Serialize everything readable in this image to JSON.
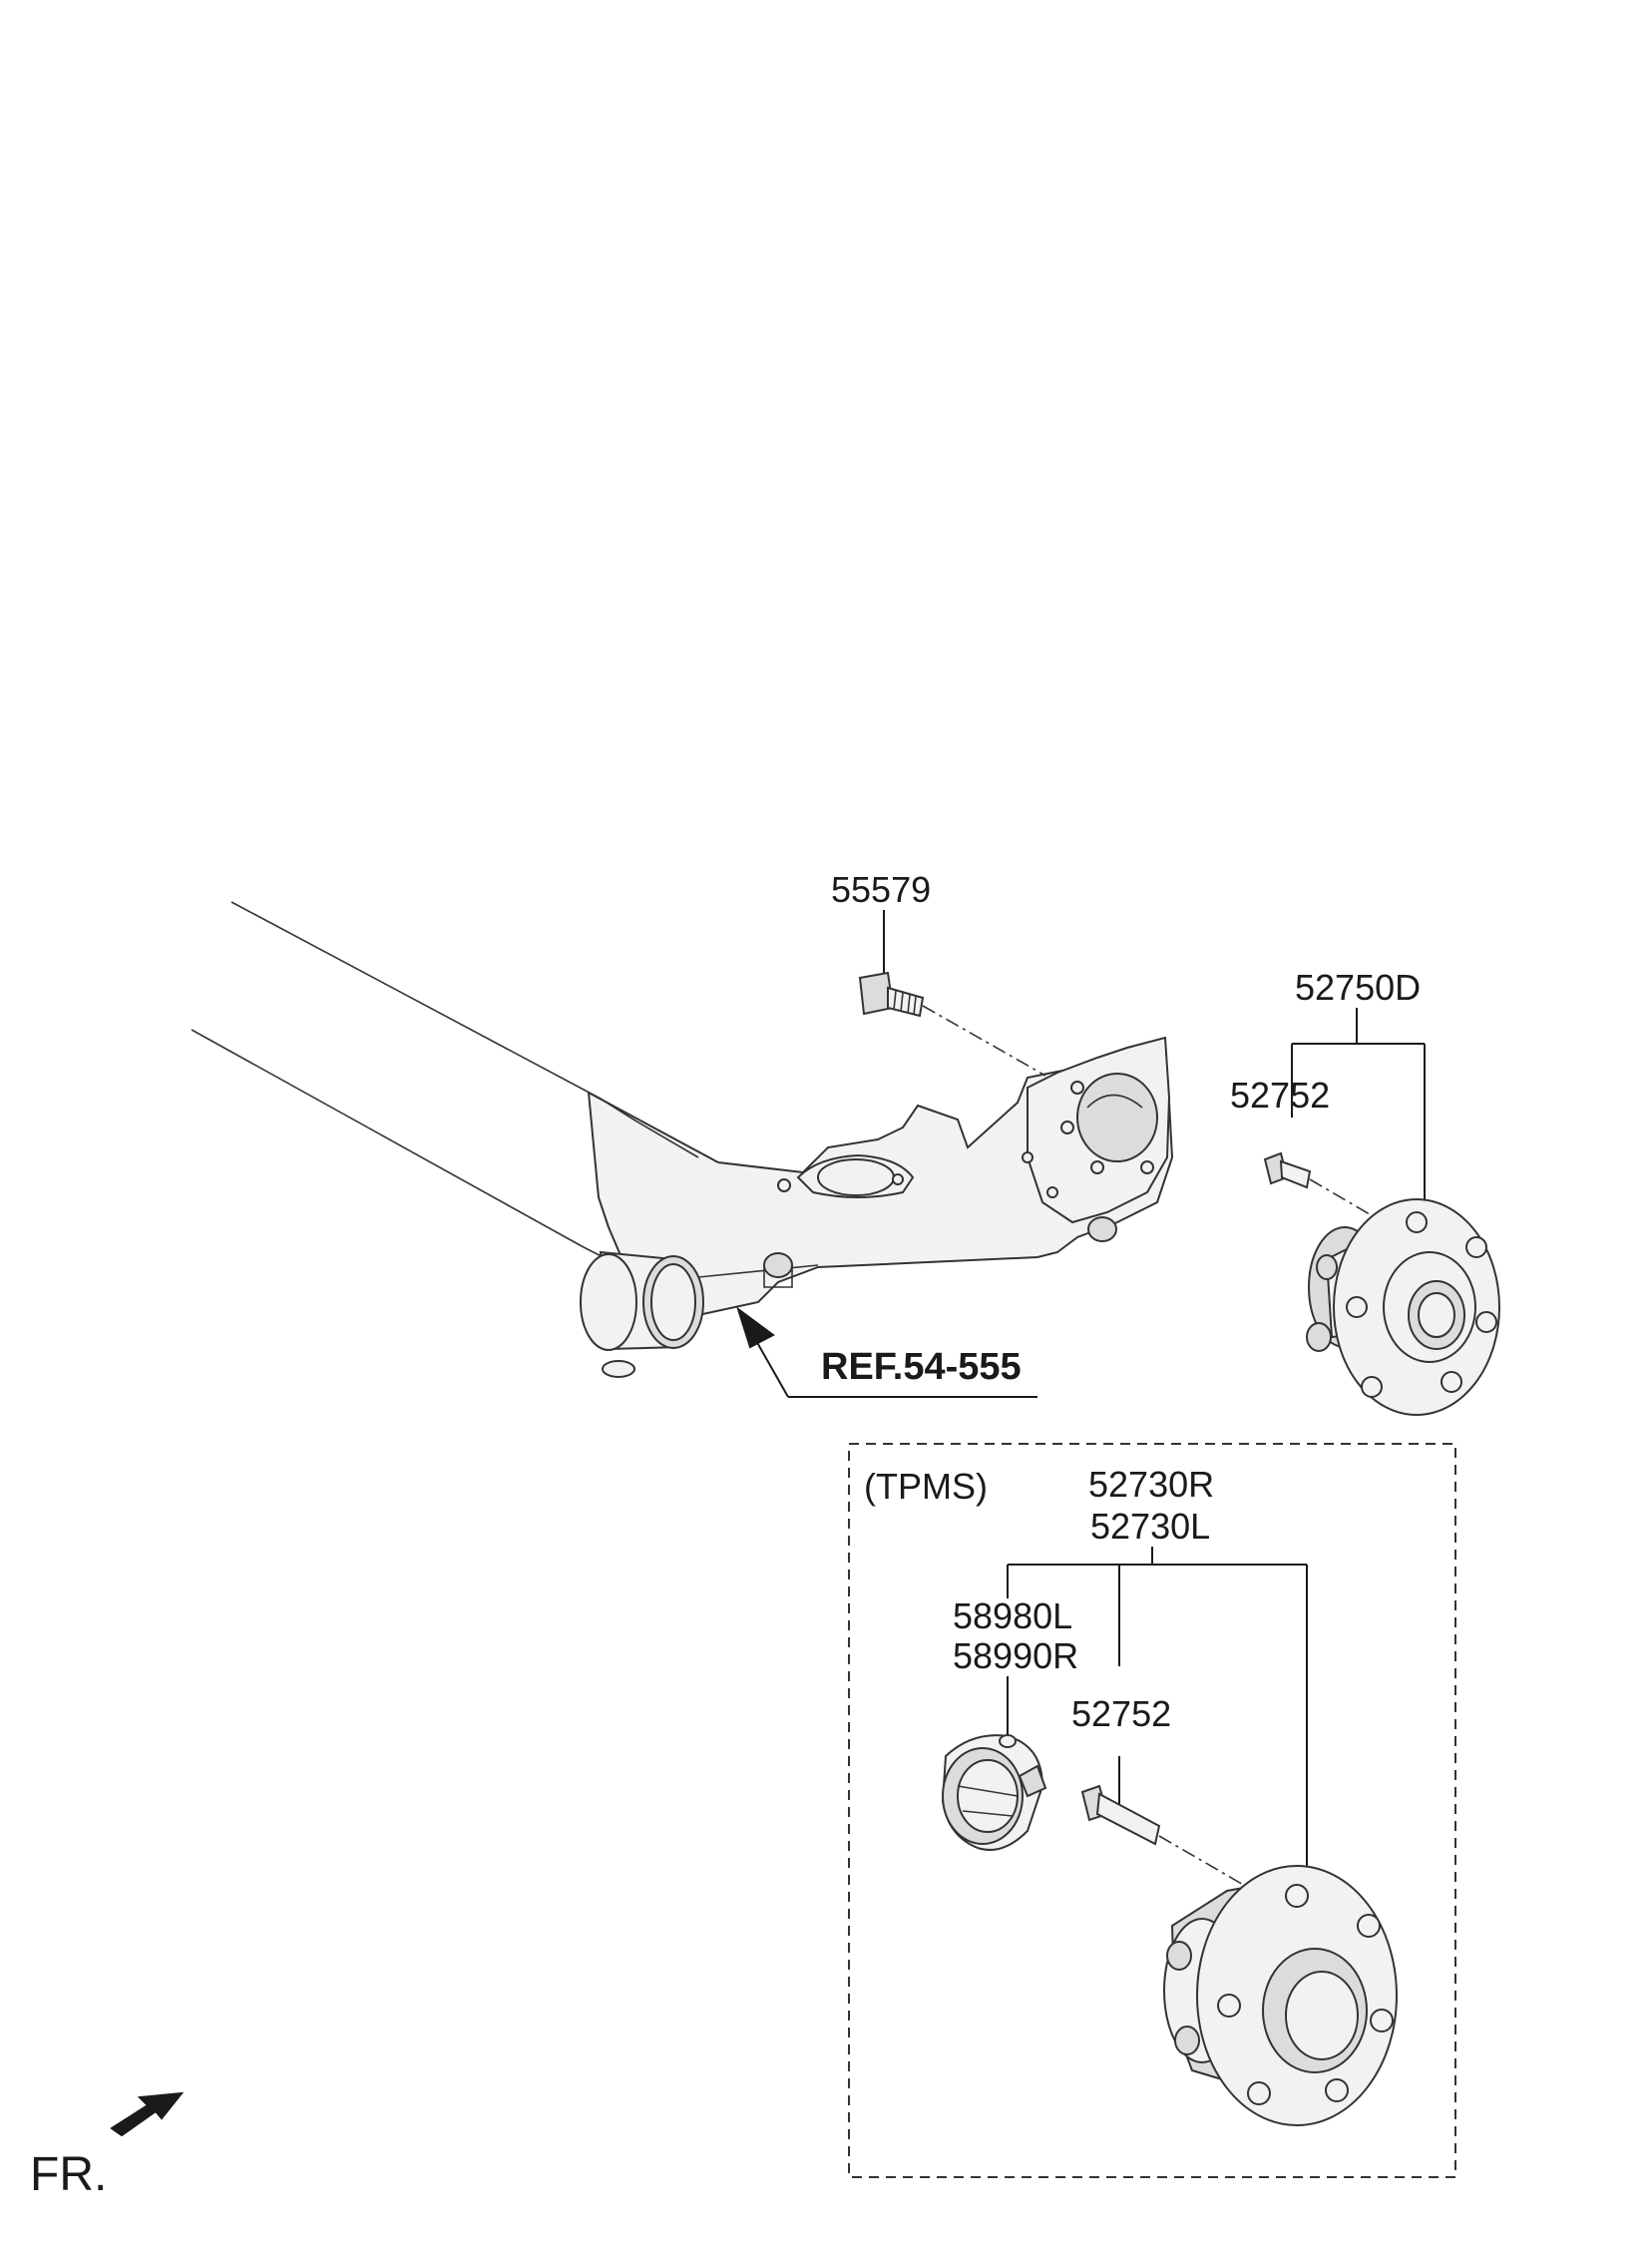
{
  "labels": {
    "p55579": "55579",
    "p52750D": "52750D",
    "p52752_top": "52752",
    "ref": "REF.54-555",
    "tpms": "(TPMS)",
    "p52730R": "52730R",
    "p52730L": "52730L",
    "p58980L": "58980L",
    "p58990R": "58990R",
    "p52752_bottom": "52752",
    "fr": "FR."
  },
  "icons": {
    "direction_arrow": "front-direction-arrow-icon"
  }
}
